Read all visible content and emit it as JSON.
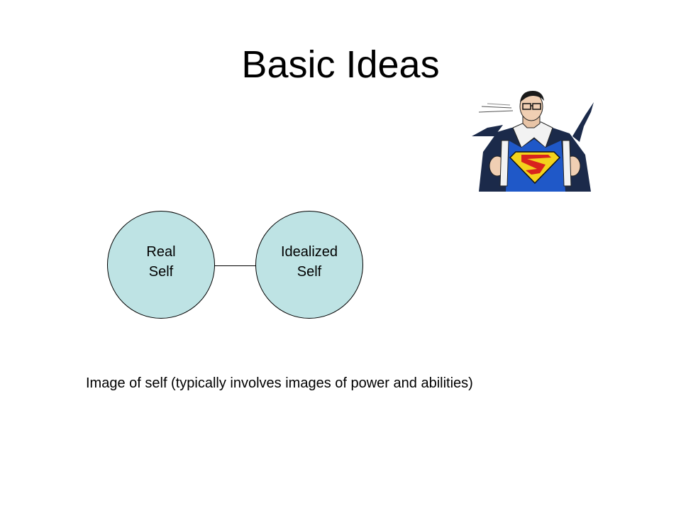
{
  "slide": {
    "title": "Basic Ideas",
    "caption": "Image of self (typically involves images of power and abilities)",
    "illustration_icon": "superhero-reveal-icon"
  },
  "diagram": {
    "nodes": [
      {
        "line1": "Real",
        "line2": "Self"
      },
      {
        "line1": "Idealized",
        "line2": "Self"
      }
    ],
    "colors": {
      "node_fill": "#bee3e4",
      "node_stroke": "#000000",
      "connector": "#000000"
    }
  }
}
